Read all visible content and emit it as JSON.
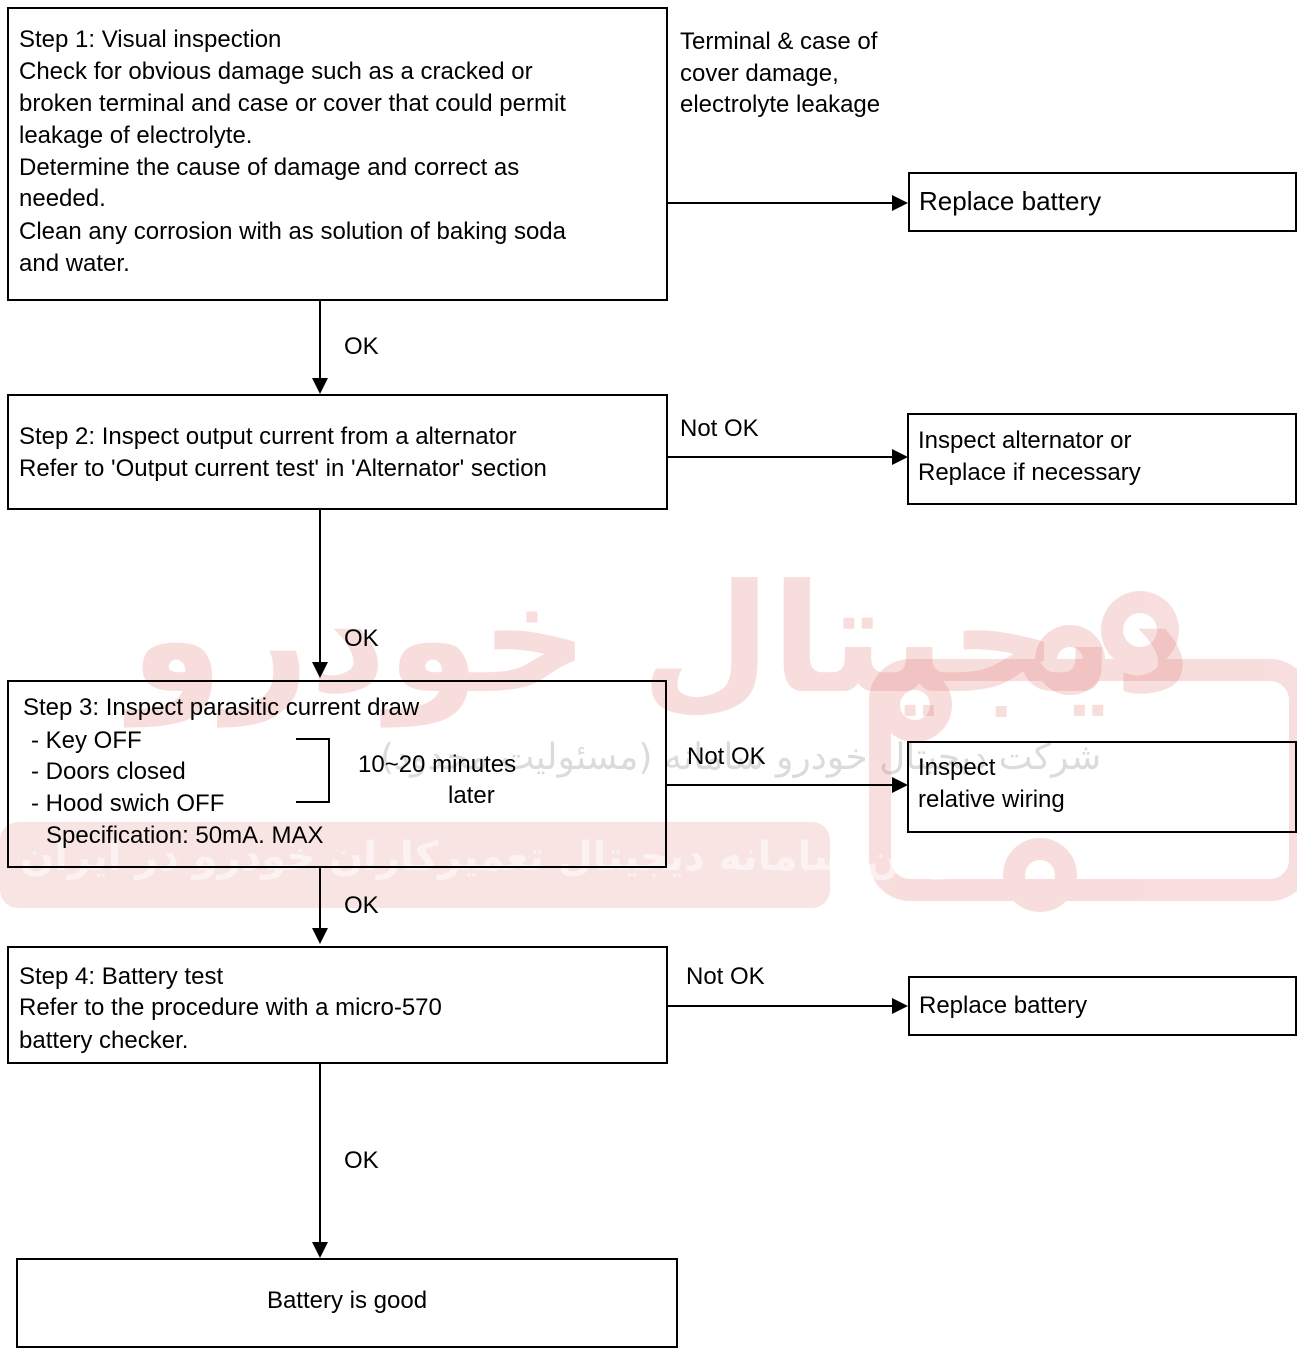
{
  "watermark": {
    "brand_text": "دیجیتال خودرو",
    "line2": "شرکت دیجیتال خودرو سامانه (مسئولیت محدود)",
    "line3": "اولین سامانه دیجیتال تعمیرکاران خودرو در ایران",
    "color": "#e06a6a"
  },
  "step1": {
    "lines": [
      "Step 1: Visual inspection",
      "Check for obvious damage such as a cracked or",
      "broken terminal and case or cover that could permit",
      "leakage of electrolyte.",
      "Determine the cause of damage and correct as",
      "needed.",
      "Clean any corrosion with as solution of baking soda",
      "and water."
    ],
    "condition_lines": [
      "Terminal & case of",
      "cover damage,",
      "electrolyte leakage"
    ],
    "result": "Replace battery",
    "ok_label": "OK"
  },
  "step2": {
    "lines": [
      "Step 2: Inspect output current from a alternator",
      "Refer to 'Output current test' in 'Alternator' section"
    ],
    "condition": "Not OK",
    "result_lines": [
      "Inspect alternator or",
      "Replace if necessary"
    ],
    "ok_label": "OK"
  },
  "step3": {
    "title": "Step 3: Inspect parasitic current draw",
    "conditions": [
      "- Key OFF",
      "- Doors closed",
      "- Hood swich OFF"
    ],
    "wait_lines": [
      "10~20 minutes",
      "later"
    ],
    "spec": "Specification: 50mA. MAX",
    "condition": "Not OK",
    "result_lines": [
      "Inspect",
      "relative wiring"
    ],
    "ok_label": "OK"
  },
  "step4": {
    "lines": [
      "Step 4: Battery test",
      "Refer to the procedure with a micro-570",
      "battery checker."
    ],
    "condition": "Not OK",
    "result": "Replace battery",
    "ok_label": "OK"
  },
  "final": {
    "label": "Battery is good"
  }
}
